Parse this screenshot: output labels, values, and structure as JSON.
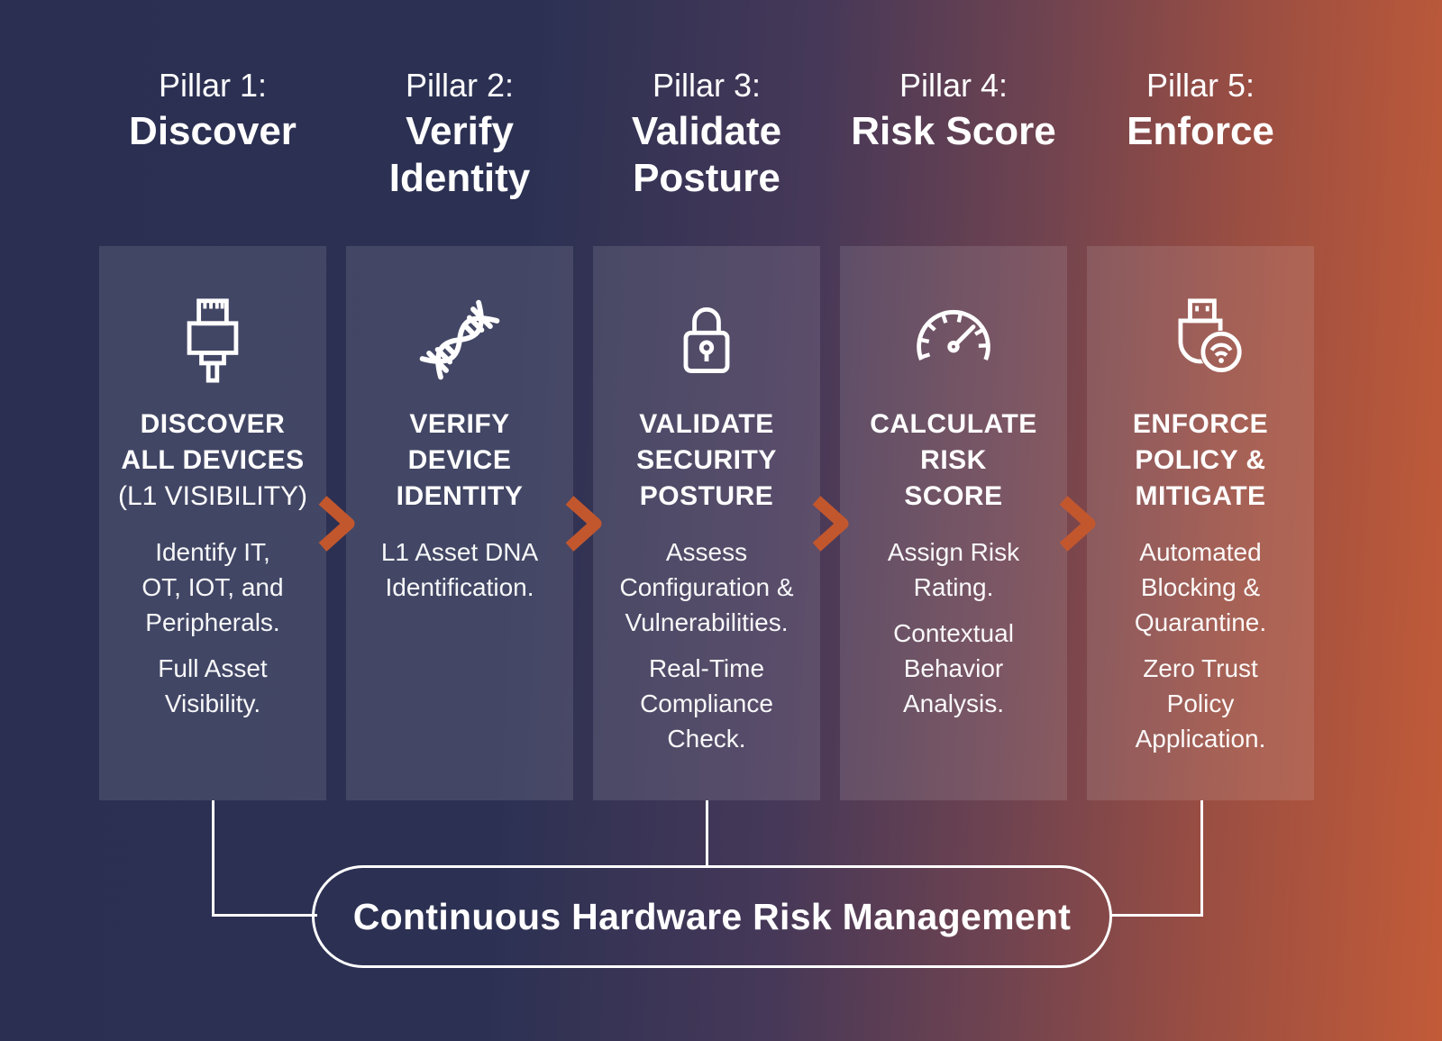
{
  "colors": {
    "background_navy": "#2b3153",
    "background_orange": "#c25b38",
    "card_overlay": "rgba(255,255,255,0.11)",
    "chevron_orange": "#c2572e",
    "line_white": "#ffffff"
  },
  "pillars": [
    {
      "header_prefix": "Pillar 1:",
      "header_name_lines": [
        "Discover"
      ],
      "icon": "usb-plug-icon",
      "title_lines": [
        "DISCOVER",
        "ALL DEVICES"
      ],
      "subtitle": "(L1 VISIBILITY)",
      "paragraphs": [
        [
          "Identify IT,",
          "OT, IOT, and",
          "Peripherals."
        ],
        [
          "Full Asset",
          "Visibility."
        ]
      ]
    },
    {
      "header_prefix": "Pillar 2:",
      "header_name_lines": [
        "Verify",
        "Identity"
      ],
      "icon": "dna-icon",
      "title_lines": [
        "VERIFY",
        "DEVICE",
        "IDENTITY"
      ],
      "subtitle": "",
      "paragraphs": [
        [
          "L1 Asset DNA",
          "Identification."
        ]
      ]
    },
    {
      "header_prefix": "Pillar 3:",
      "header_name_lines": [
        "Validate",
        "Posture"
      ],
      "icon": "padlock-icon",
      "title_lines": [
        "VALIDATE",
        "SECURITY",
        "POSTURE"
      ],
      "subtitle": "",
      "paragraphs": [
        [
          "Assess",
          "Configuration &",
          "Vulnerabilities."
        ],
        [
          "Real-Time",
          "Compliance",
          "Check."
        ]
      ]
    },
    {
      "header_prefix": "Pillar 4:",
      "header_name_lines": [
        "Risk Score"
      ],
      "icon": "gauge-icon",
      "title_lines": [
        "CALCULATE",
        "RISK",
        "SCORE"
      ],
      "subtitle": "",
      "paragraphs": [
        [
          "Assign Risk",
          "Rating."
        ],
        [
          "Contextual",
          "Behavior",
          "Analysis."
        ]
      ]
    },
    {
      "header_prefix": "Pillar 5:",
      "header_name_lines": [
        "Enforce"
      ],
      "icon": "usb-wifi-icon",
      "title_lines": [
        "ENFORCE",
        "POLICY &",
        "MITIGATE"
      ],
      "subtitle": "",
      "paragraphs": [
        [
          "Automated",
          "Blocking &",
          "Quarantine."
        ],
        [
          "Zero Trust",
          "Policy",
          "Application."
        ]
      ]
    }
  ],
  "footer": {
    "label": "Continuous Hardware Risk Management"
  }
}
